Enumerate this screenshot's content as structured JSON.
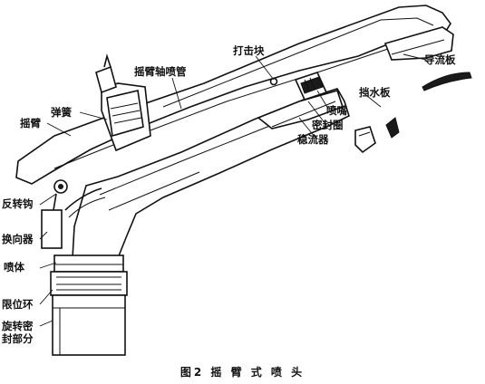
{
  "labels": {
    "strike_block": "打击块",
    "swing_arm_pin_nozzle_tube": "摇臂轴喷管",
    "guide_plate": "导流板",
    "spring": "弹簧",
    "swing_arm": "摇臂",
    "baffle": "挡水板",
    "nozzle": "喷嘴",
    "seal_ring": "密封圈",
    "flow_stabilizer": "稳流器",
    "reverse_hook": "反转钩",
    "reverser": "换向器",
    "nozzle_body": "喷体",
    "limit_ring": "限位环",
    "rotary_seal_line1": "旋转密",
    "rotary_seal_line2": "封部分"
  },
  "caption": "图2  摇 臂 式 喷 头"
}
